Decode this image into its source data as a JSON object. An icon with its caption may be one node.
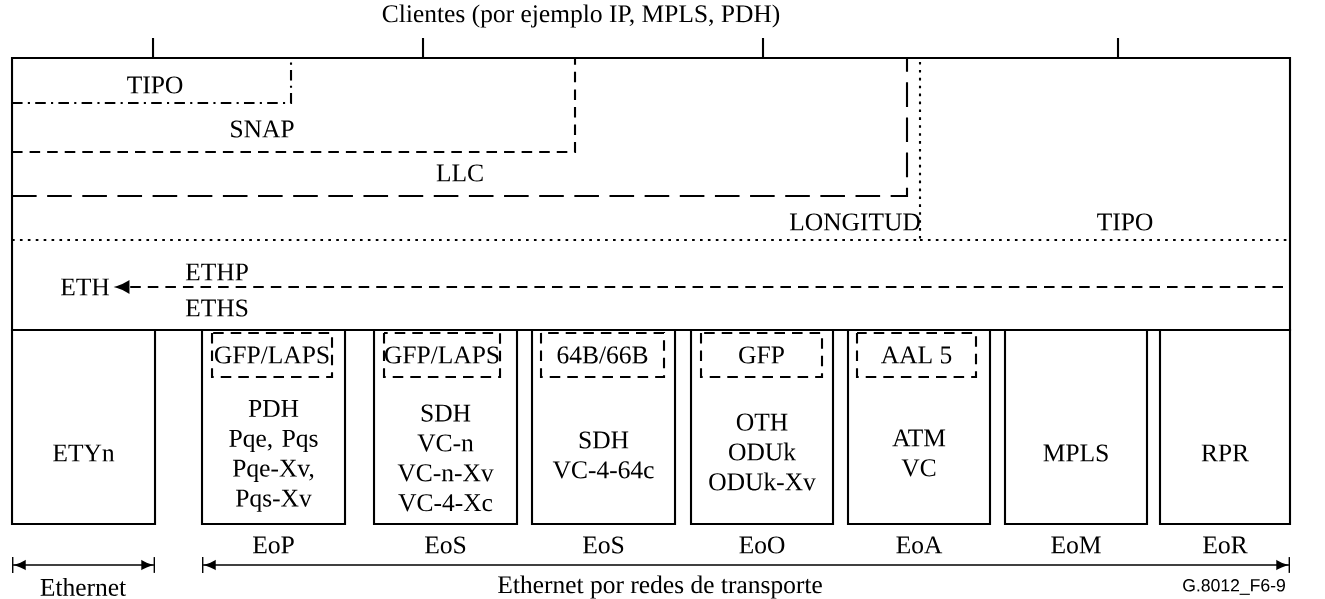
{
  "diagram": {
    "nodes": [
      {
        "text": [],
        "shape": "box"
      },
      {
        "text": [
          "TIPO"
        ],
        "in": 2
      },
      {
        "text": [
          "SNAP"
        ],
        "in": 3
      },
      {
        "text": [
          "LLC"
        ],
        "in": 4
      },
      {
        "text": [
          "LONGITUD"
        ],
        "in": 0
      },
      {
        "text": [
          "TIPO"
        ],
        "in": 0
      },
      {
        "text": [
          "ETHP",
          "ETHS"
        ],
        "in": 0
      },
      {
        "text": [
          "ETH"
        ],
        "in": 0
      },
      {
        "text": [
          "ETYn"
        ]
      },
      {
        "text": [
          "PDH Pqe, Pqs Pqe-Xv, Pqs-Xv"
        ],
        "beside": [
          "EoP"
        ]
      },
      {
        "text": [
          "GFP/LAPS"
        ],
        "in": 9
      },
      {
        "text": [
          "SDH VC-n VC-n-Xv VC-4-Xc"
        ],
        "beside": [
          "EoS"
        ]
      },
      {
        "text": [
          "GFP/LAPS"
        ],
        "in": 11
      },
      {
        "text": [
          "SDH VC-4-64c"
        ],
        "beside": [
          "EoS"
        ]
      },
      {
        "text": [
          "64B/66B"
        ],
        "in": 13
      },
      {
        "text": [
          "OTH ODUk ODUk-Xv"
        ],
        "beside": [
          "EoO"
        ]
      },
      {
        "text": [
          "GFP"
        ],
        "in": 15
      },
      {
        "text": [
          "ATM VC"
        ],
        "beside": [
          "EoA"
        ]
      },
      {
        "text": [
          "AAL 5"
        ],
        "in": 17
      },
      {
        "text": [
          "MPLS"
        ],
        "beside": [
          "EoM"
        ]
      },
      {
        "text": [
          "RPR"
        ],
        "beside": [
          "EoR"
        ]
      }
    ],
    "edges": [
      {
        "from": null,
        "to": 7,
        "arrow": "to",
        "style": "dashed"
      }
    ],
    "labels": [
      "Clientes (por ejemplo IP, MPLS, PDH)",
      "Ethernet",
      "Ethernet por redes de transporte",
      "G.8012_F6-9"
    ]
  }
}
